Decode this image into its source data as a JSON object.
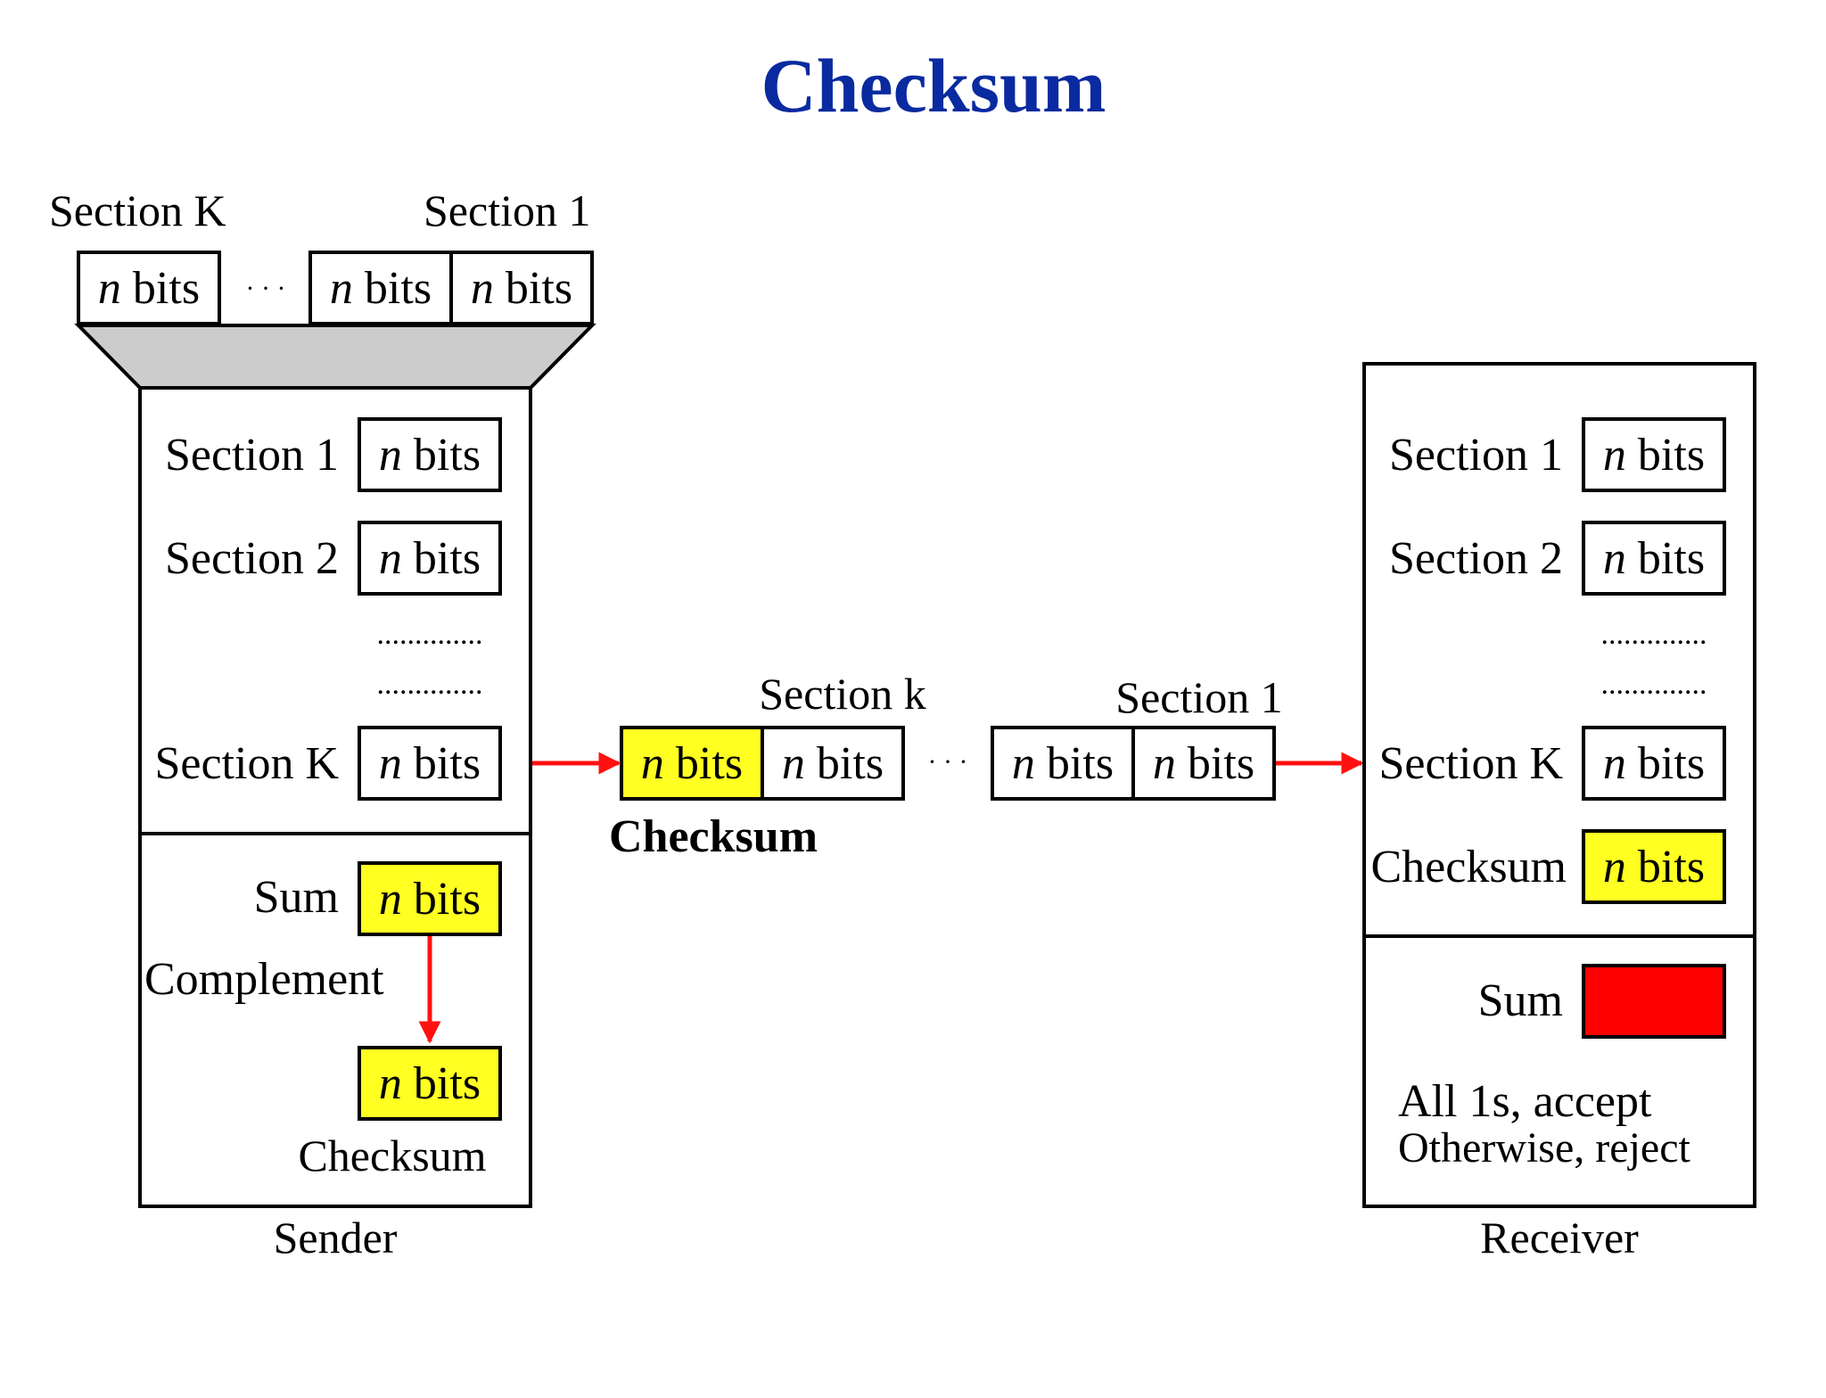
{
  "title": "Checksum",
  "colors": {
    "title": "#0a2aa0",
    "highlight": "#ffff22",
    "arrow": "#ff1111",
    "sum_box": "#ff0000",
    "funnel": "#cccccc",
    "stroke": "#000000"
  },
  "top_segments": {
    "label_left": "Section K",
    "label_right": "Section 1",
    "ellipsis": "· · ·",
    "cells": [
      {
        "n": "n",
        "bits": " bits"
      },
      {
        "n": "n",
        "bits": " bits"
      },
      {
        "n": "n",
        "bits": " bits"
      }
    ]
  },
  "sender": {
    "caption": "Sender",
    "rows": [
      {
        "label": "Section 1",
        "n": "n",
        "bits": " bits"
      },
      {
        "label": "Section 2",
        "n": "n",
        "bits": " bits"
      },
      {
        "label": "Section K",
        "n": "n",
        "bits": " bits"
      }
    ],
    "dots": "..............",
    "sum_label": "Sum",
    "sum_cell": {
      "n": "n",
      "bits": " bits"
    },
    "complement_label": "Complement",
    "checksum_cell": {
      "n": "n",
      "bits": " bits"
    },
    "checksum_label": "Checksum"
  },
  "transmission": {
    "label_section_k": "Section k",
    "label_section_1": "Section 1",
    "checksum_label": "Checksum",
    "ellipsis": "· · ·",
    "cells": [
      {
        "n": "n",
        "bits": " bits"
      },
      {
        "n": "n",
        "bits": " bits"
      },
      {
        "n": "n",
        "bits": " bits"
      },
      {
        "n": "n",
        "bits": " bits"
      }
    ]
  },
  "receiver": {
    "caption": "Receiver",
    "rows": [
      {
        "label": "Section 1",
        "n": "n",
        "bits": " bits"
      },
      {
        "label": "Section 2",
        "n": "n",
        "bits": " bits"
      },
      {
        "label": "Section K",
        "n": "n",
        "bits": " bits"
      },
      {
        "label": "Checksum",
        "n": "n",
        "bits": " bits"
      }
    ],
    "dots": "..............",
    "sum_label": "Sum",
    "result_accept": "All 1s, accept",
    "result_reject": "Otherwise, reject"
  }
}
